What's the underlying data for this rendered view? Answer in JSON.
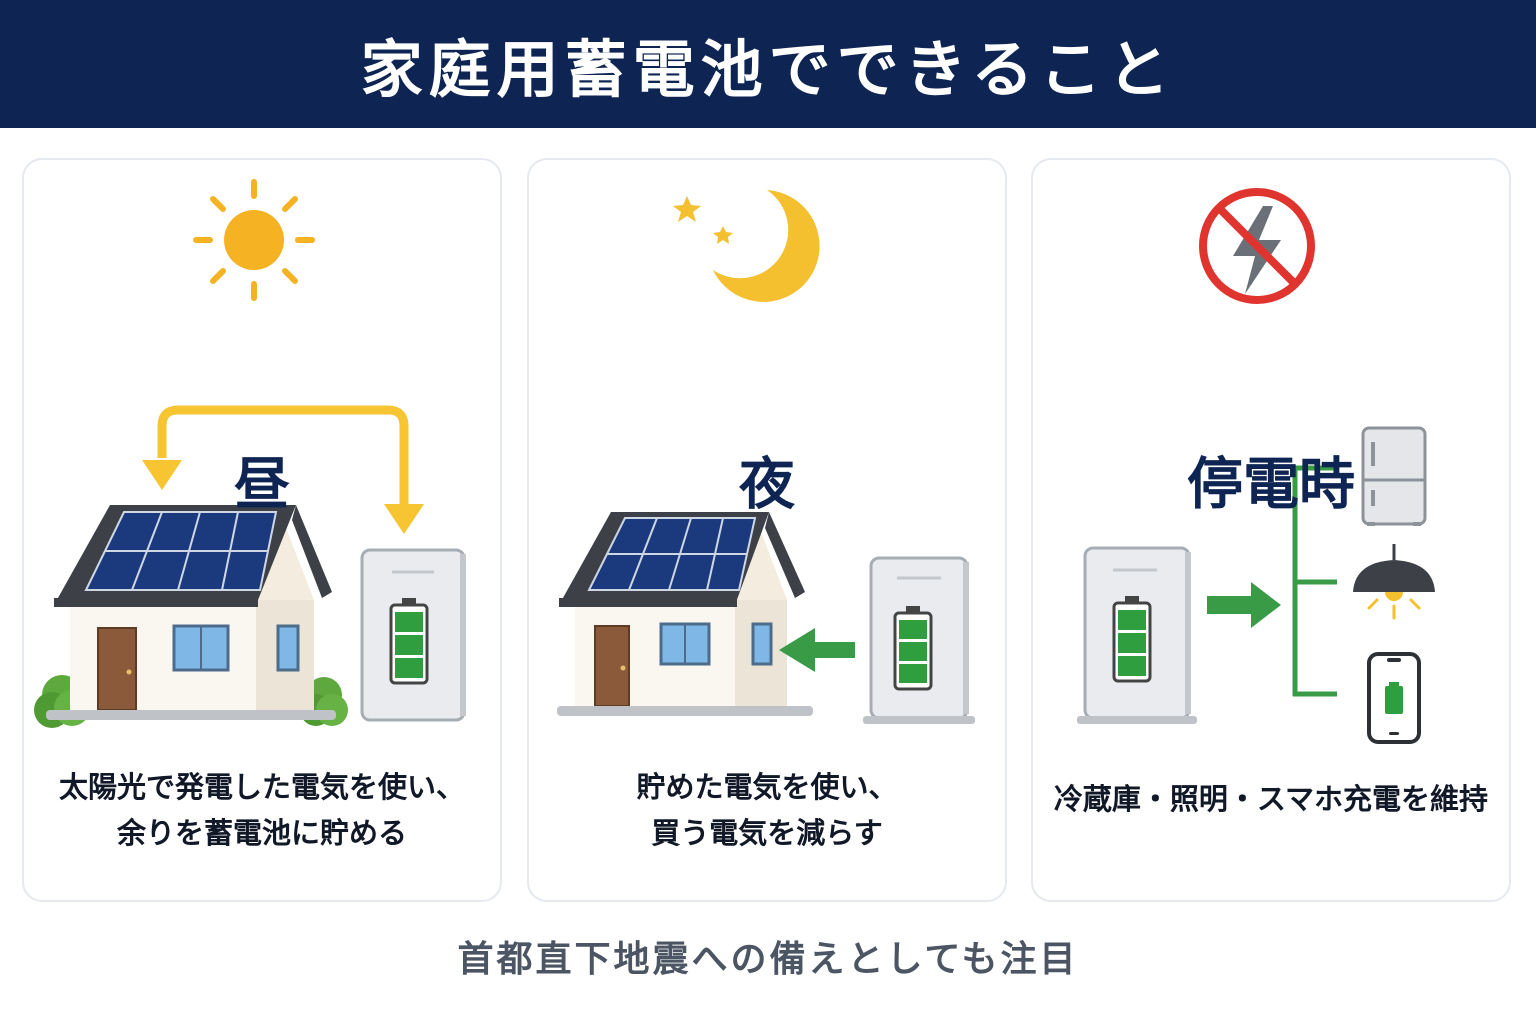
{
  "header": {
    "title": "家庭用蓄電池でできること"
  },
  "panels": [
    {
      "title": "昼",
      "icon": "sun-icon",
      "desc_line1": "太陽光で発電した電気を使い、",
      "desc_line2": "余りを蓄電池に貯める"
    },
    {
      "title": "夜",
      "icon": "moon-icon",
      "desc_line1": "貯めた電気を使い、",
      "desc_line2": "買う電気を減らす"
    },
    {
      "title": "停電時",
      "icon": "no-power-icon",
      "desc_line1": "冷蔵庫・照明・スマホ充電を維持"
    }
  ],
  "footer": {
    "text": "首都直下地震への備えとしても注目"
  },
  "colors": {
    "navy": "#0e2554",
    "sun": "#f5b324",
    "arrow_yellow": "#f7c531",
    "arrow_green": "#3a9b47",
    "battery_green": "#2f9e3f",
    "prohibit_red": "#e0342f"
  }
}
